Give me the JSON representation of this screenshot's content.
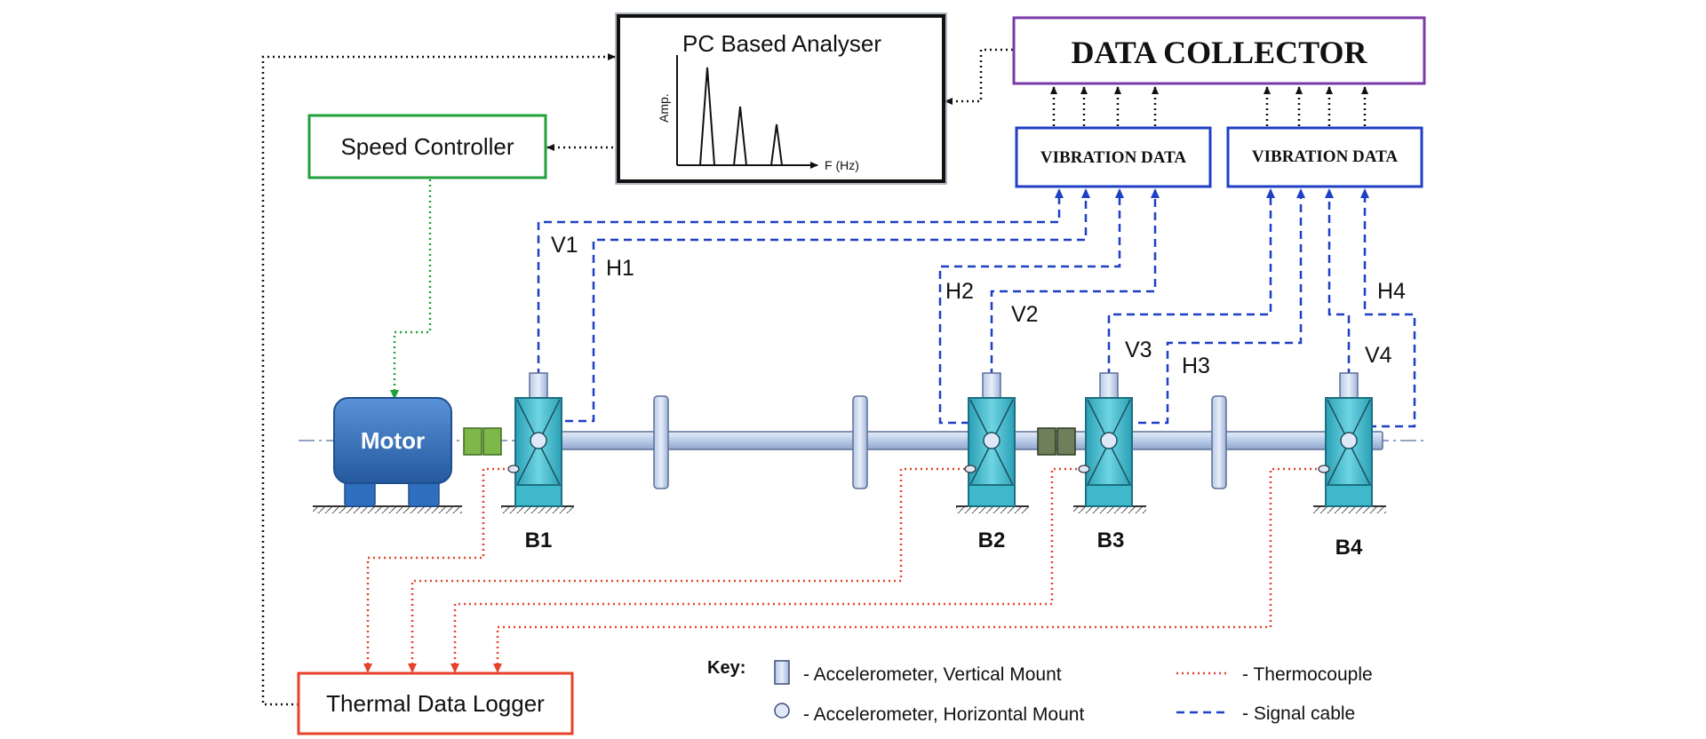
{
  "analyser": {
    "title": "PC Based Analyser",
    "y_axis": "Amp.",
    "x_axis": "F (Hz)"
  },
  "data_collector": {
    "title": "DATA COLLECTOR"
  },
  "vibration_data_left": {
    "label": "VIBRATION DATA"
  },
  "vibration_data_right": {
    "label": "VIBRATION DATA"
  },
  "speed_controller": {
    "label": "Speed Controller"
  },
  "motor": {
    "label": "Motor"
  },
  "thermal_logger": {
    "label": "Thermal Data Logger"
  },
  "bearings": [
    "B1",
    "B2",
    "B3",
    "B4"
  ],
  "channels": {
    "v1": "V1",
    "h1": "H1",
    "v2": "V2",
    "h2": "H2",
    "v3": "V3",
    "h3": "H3",
    "v4": "V4",
    "h4": "H4"
  },
  "key": {
    "title": "Key:",
    "vertical_mount": "- Accelerometer, Vertical Mount",
    "horizontal_mount": "- Accelerometer, Horizontal Mount",
    "thermocouple": "- Thermocouple",
    "signal_cable": "- Signal cable"
  },
  "colors": {
    "speed_controller_border": "#22a03c",
    "thermal_logger_border": "#e8412a",
    "data_collector_border": "#7a3aa8",
    "vibration_box_border": "#1f3fc4",
    "signal_cable": "#1f3fc4",
    "thermocouple": "#e8412a",
    "control_link": "#22a03c",
    "pc_link": "#111111",
    "motor_fill": "#2f6fbf",
    "bearing_fill": "#3fb8cc",
    "shaft_fill": "#c9d8ef"
  }
}
